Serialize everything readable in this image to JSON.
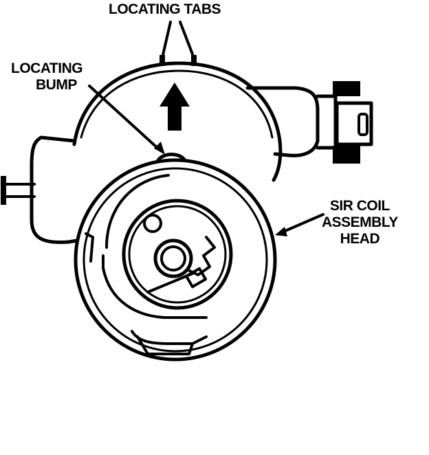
{
  "labels": {
    "locating_tabs": "LOCATING TABS",
    "locating_bump_line1": "LOCATING",
    "locating_bump_line2": "BUMP",
    "sir_coil_line1": "SIR COIL",
    "sir_coil_line2": "ASSEMBLY",
    "sir_coil_line3": "HEAD"
  },
  "colors": {
    "ink": "#000000",
    "paper": "#ffffff"
  }
}
